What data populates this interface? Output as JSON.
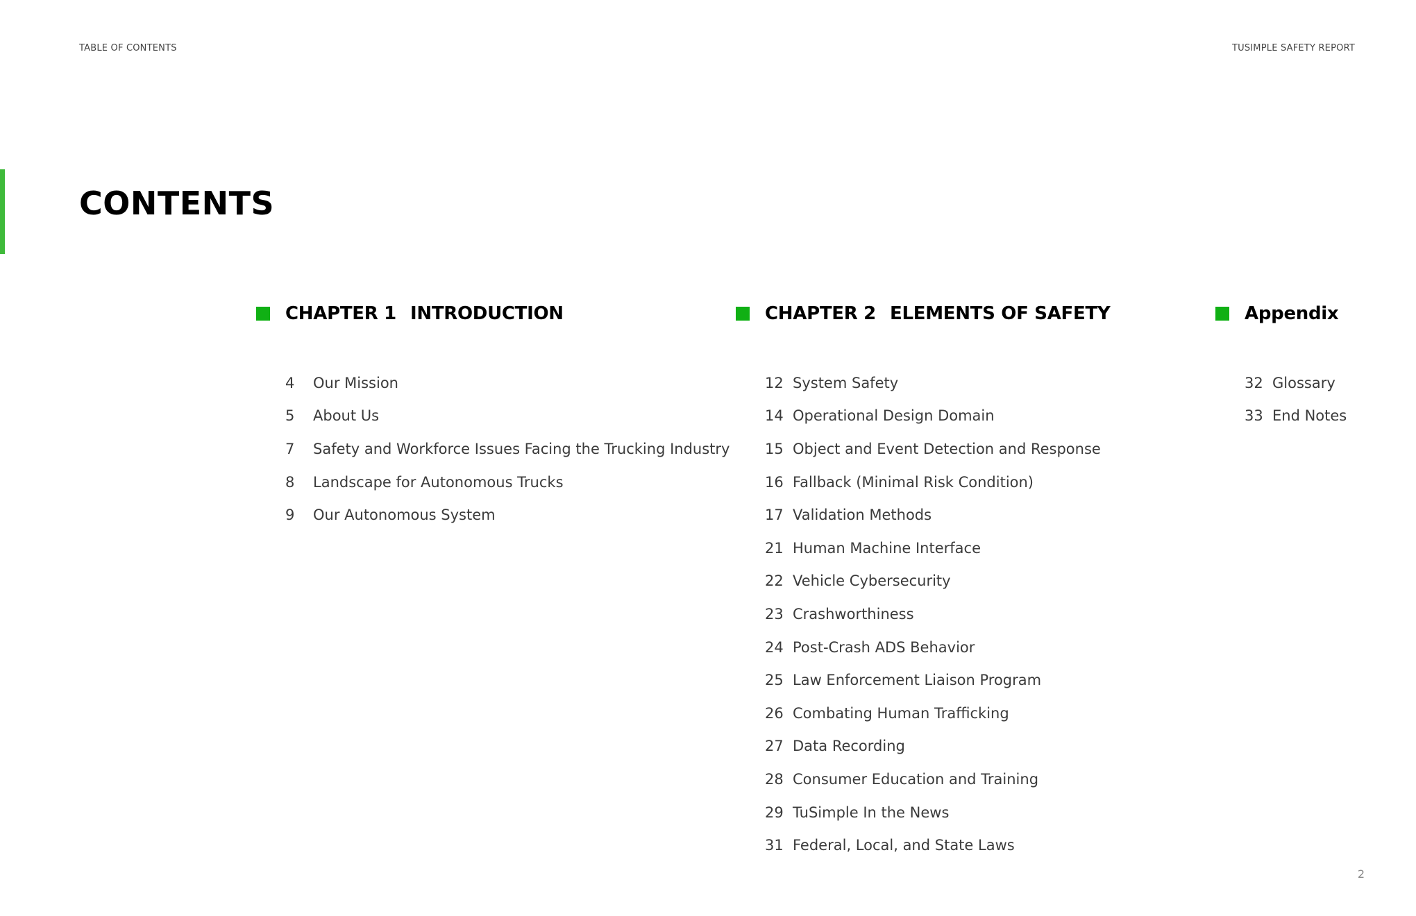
{
  "header": {
    "left": "TABLE OF CONTENTS",
    "right": "TUSIMPLE SAFETY REPORT"
  },
  "title": "CONTENTS",
  "colors": {
    "accent": "#10b014",
    "accent_bar": "#3fba3a"
  },
  "chapters": [
    {
      "number": "CHAPTER 1",
      "name": "INTRODUCTION",
      "entries": [
        {
          "page": "4",
          "label": "Our Mission"
        },
        {
          "page": "5",
          "label": "About Us"
        },
        {
          "page": "7",
          "label": "Safety and Workforce Issues Facing the Trucking Industry"
        },
        {
          "page": "8",
          "label": "Landscape for Autonomous Trucks"
        },
        {
          "page": "9",
          "label": "Our Autonomous System"
        }
      ]
    },
    {
      "number": "CHAPTER 2",
      "name": "ELEMENTS OF SAFETY",
      "entries": [
        {
          "page": "12",
          "label": "System Safety"
        },
        {
          "page": "14",
          "label": "Operational Design Domain"
        },
        {
          "page": "15",
          "label": "Object and Event Detection and Response"
        },
        {
          "page": "16",
          "label": "Fallback (Minimal Risk Condition)"
        },
        {
          "page": "17",
          "label": "Validation Methods"
        },
        {
          "page": "21",
          "label": "Human Machine Interface"
        },
        {
          "page": "22",
          "label": "Vehicle Cybersecurity"
        },
        {
          "page": "23",
          "label": "Crashworthiness"
        },
        {
          "page": "24",
          "label": "Post-Crash ADS Behavior"
        },
        {
          "page": "25",
          "label": "Law Enforcement Liaison Program"
        },
        {
          "page": "26",
          "label": "Combating Human Trafficking"
        },
        {
          "page": "27",
          "label": "Data Recording"
        },
        {
          "page": "28",
          "label": "Consumer Education and Training"
        },
        {
          "page": "29",
          "label": "TuSimple In the News"
        },
        {
          "page": "31",
          "label": "Federal, Local, and State Laws"
        }
      ]
    },
    {
      "name": "Appendix",
      "entries": [
        {
          "page": "32",
          "label": "Glossary"
        },
        {
          "page": "33",
          "label": "End Notes"
        }
      ]
    }
  ],
  "page_number": "2"
}
